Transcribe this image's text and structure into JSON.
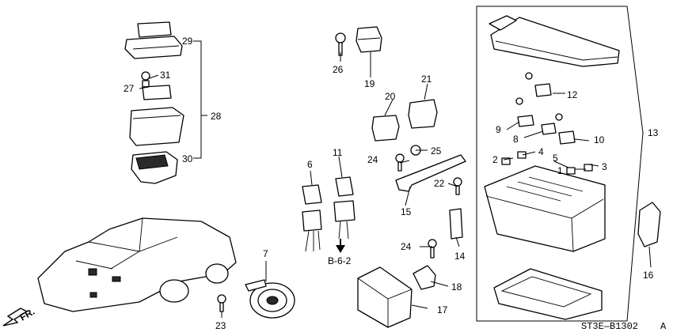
{
  "callouts": {
    "c1": "1",
    "c2": "2",
    "c3": "3",
    "c4": "4",
    "c5": "5",
    "c6": "6",
    "c7": "7",
    "c8": "8",
    "c9": "9",
    "c10": "10",
    "c11": "11",
    "c12": "12",
    "c13": "13",
    "c14": "14",
    "c15": "15",
    "c16": "16",
    "c17": "17",
    "c18": "18",
    "c19": "19",
    "c20": "20",
    "c21": "21",
    "c22": "22",
    "c23": "23",
    "c24a": "24",
    "c24b": "24",
    "c25": "25",
    "c26": "26",
    "c27": "27",
    "c28": "28",
    "c29": "29",
    "c30": "30",
    "c31": "31"
  },
  "reference": "B-6-2",
  "front_label": "FR.",
  "diagram_code": "ST3E—B1302",
  "diagram_suffix": "A"
}
